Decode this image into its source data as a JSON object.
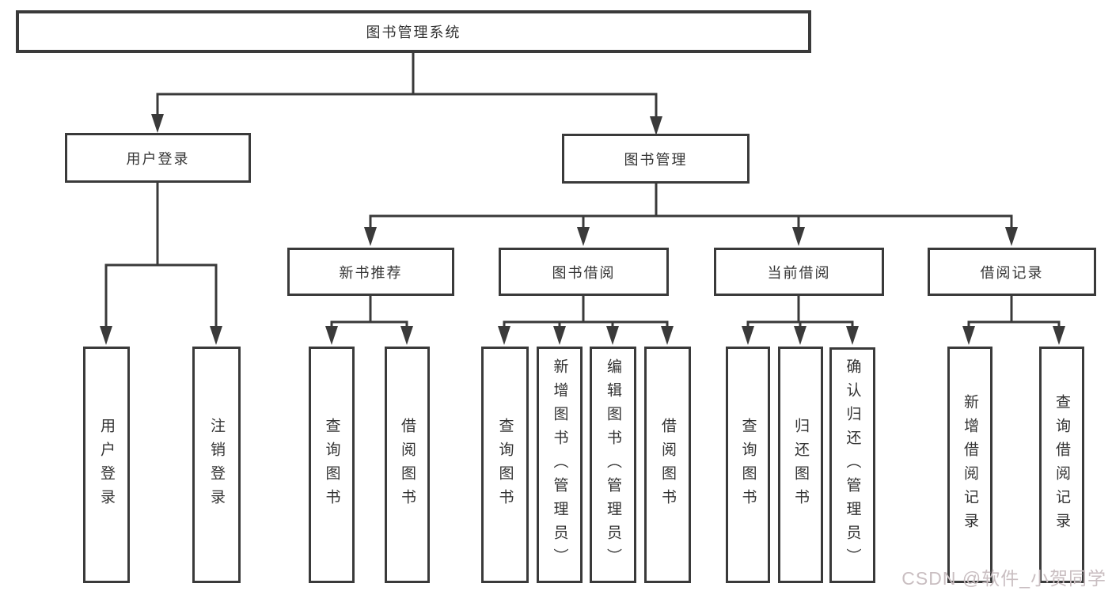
{
  "diagram": {
    "root": {
      "label": "图书管理系统"
    },
    "branches": [
      {
        "label": "用户登录",
        "children": [
          {
            "label": "用户登录"
          },
          {
            "label": "注销登录"
          }
        ]
      },
      {
        "label": "图书管理",
        "children": [
          {
            "label": "新书推荐",
            "children": [
              {
                "label": "查询图书"
              },
              {
                "label": "借阅图书"
              }
            ]
          },
          {
            "label": "图书借阅",
            "children": [
              {
                "label": "查询图书"
              },
              {
                "label": "新增图书（管理员）"
              },
              {
                "label": "编辑图书（管理员）"
              },
              {
                "label": "借阅图书"
              }
            ]
          },
          {
            "label": "当前借阅",
            "children": [
              {
                "label": "查询图书"
              },
              {
                "label": "归还图书"
              },
              {
                "label": "确认归还（管理员）"
              }
            ]
          },
          {
            "label": "借阅记录",
            "children": [
              {
                "label": "新增借阅记录"
              },
              {
                "label": "查询借阅记录"
              }
            ]
          }
        ]
      }
    ]
  },
  "watermark": {
    "text": "CSDN @软件_小贺同学",
    "color": "#c9bec1"
  },
  "colors": {
    "line": "#3a3a3a",
    "text": "#333333",
    "background": "#ffffff"
  }
}
